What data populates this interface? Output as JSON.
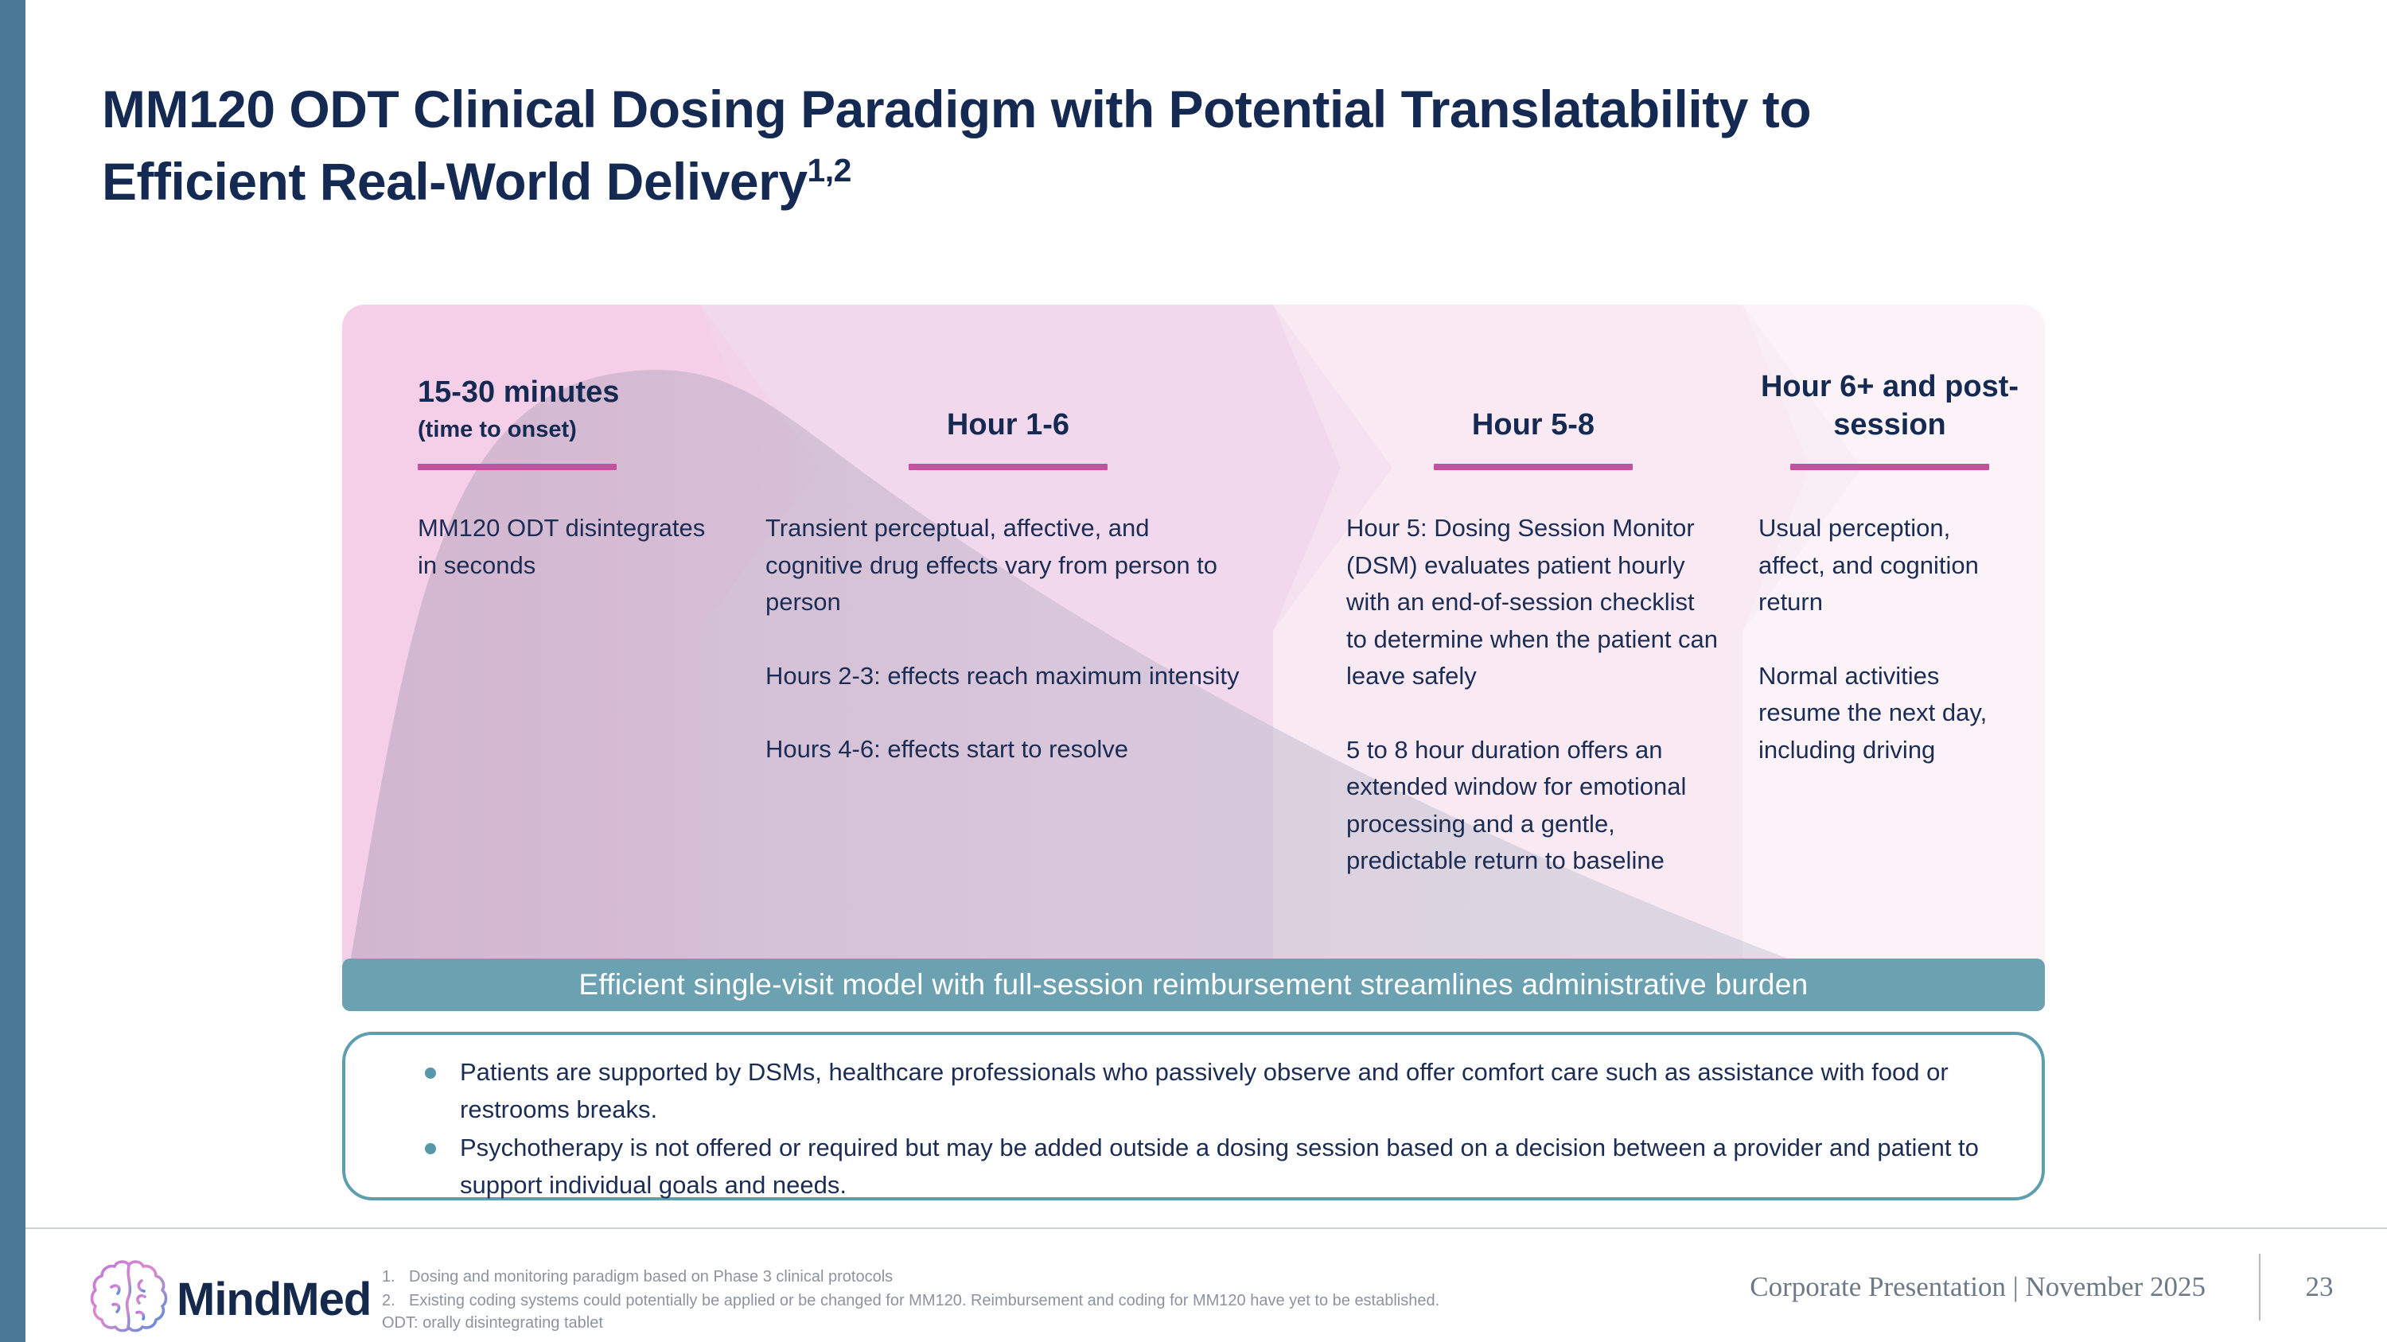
{
  "slide": {
    "title_line1": "MM120 ODT Clinical Dosing Paradigm with Potential Translatability to",
    "title_line2": "Efficient Real-World Delivery",
    "title_superscript": "1,2"
  },
  "colors": {
    "accent_magenta": "#c2519e",
    "banner_teal": "#6ba1b1",
    "callout_border_teal": "#5f9eae",
    "left_bar_blue": "#4a7897",
    "navy_text": "#1c2d55",
    "band_pinks": [
      "#f5cfe8",
      "#f2d8ec",
      "#f8e9f3",
      "#fbf3f8"
    ]
  },
  "timeline": {
    "columns": [
      {
        "heading": "15-30 minutes",
        "subheading": "(time to onset)",
        "paragraphs": [
          "MM120 ODT disintegrates in seconds"
        ]
      },
      {
        "heading": "Hour 1-6",
        "paragraphs": [
          "Transient perceptual, affective, and cognitive drug effects vary from person to person",
          "Hours 2-3: effects reach maximum intensity",
          "Hours 4-6: effects start to resolve"
        ]
      },
      {
        "heading": "Hour 5-8",
        "paragraphs": [
          "Hour 5: Dosing Session Monitor (DSM) evaluates patient hourly with an end-of-session checklist to determine when the patient can leave safely",
          "5 to 8 hour duration offers an extended window for emotional processing and a gentle, predictable return to baseline"
        ]
      },
      {
        "heading": "Hour 6+ and post-session",
        "paragraphs": [
          "Usual perception, affect, and cognition return",
          "Normal activities resume the next day, including driving"
        ]
      }
    ]
  },
  "banner": {
    "text": "Efficient single-visit model with full-session reimbursement streamlines administrative burden"
  },
  "callout": {
    "bullets": [
      "Patients are supported by DSMs, healthcare professionals who passively observe and offer comfort care such as assistance with food or restrooms breaks.",
      "Psychotherapy is not offered or required but may be added outside a dosing session based on a decision between a provider and patient to support individual goals and needs."
    ]
  },
  "footer": {
    "logo_text": "MindMed",
    "footnotes": [
      {
        "number": "1.",
        "text": "Dosing and monitoring paradigm based on Phase 3 clinical protocols"
      },
      {
        "number": "2.",
        "text": "Existing coding systems could potentially be applied or be changed for MM120. Reimbursement and coding for MM120 have yet to be established."
      }
    ],
    "abbreviation": "ODT: orally disintegrating tablet",
    "presentation_label": "Corporate Presentation | November 2025",
    "page_number": "23"
  }
}
